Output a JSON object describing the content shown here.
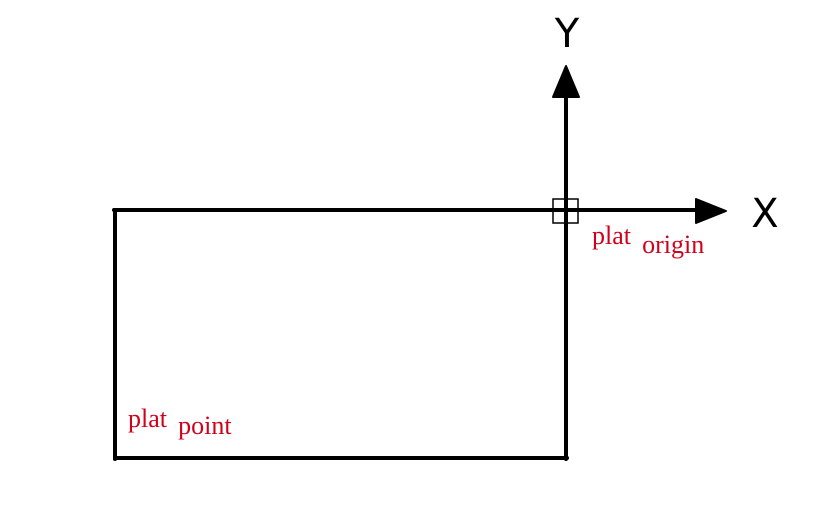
{
  "axes": {
    "x_label": "X",
    "y_label": "Y"
  },
  "labels": {
    "origin_main": "plat",
    "origin_sub": "origin",
    "point_main": "plat",
    "point_sub": "point"
  },
  "colors": {
    "stroke": "#000000",
    "label": "#d0021b",
    "background": "#ffffff"
  }
}
